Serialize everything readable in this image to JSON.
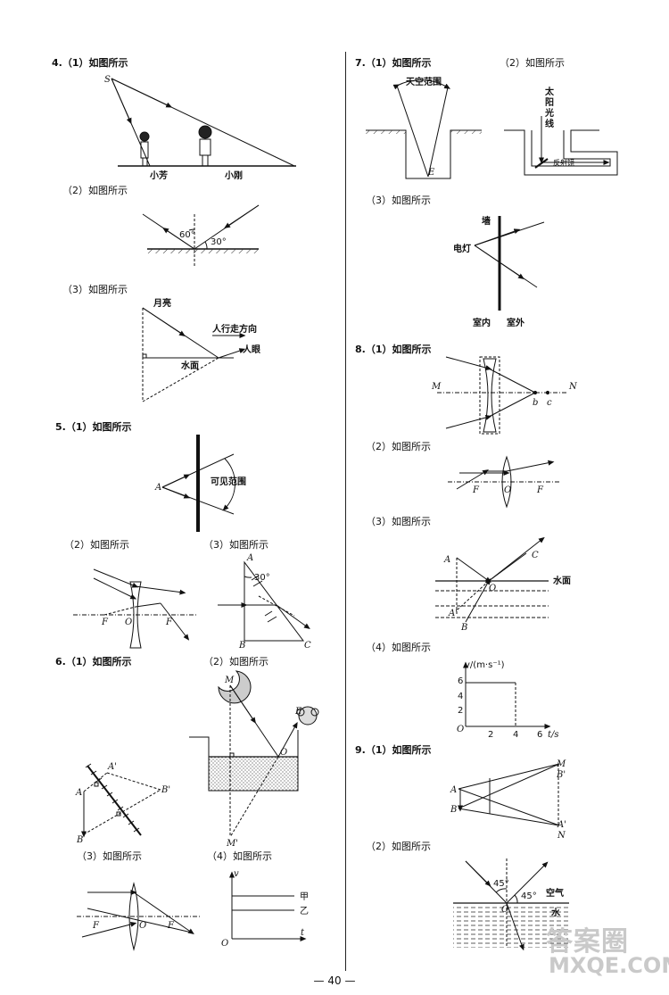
{
  "labels": {
    "q4_1": "4.（1）如图所示",
    "q4_2": "（2）如图所示",
    "q4_3": "（3）如图所示",
    "q5_1": "5.（1）如图所示",
    "q5_2": "（2）如图所示",
    "q5_3": "（3）如图所示",
    "q6_1": "6.（1）如图所示",
    "q6_2": "（2）如图所示",
    "q6_3": "（3）如图所示",
    "q6_4": "（4）如图所示",
    "q7_1": "7.（1）如图所示",
    "q7_2": "（2）如图所示",
    "q7_3": "（3）如图所示",
    "q8_1": "8.（1）如图所示",
    "q8_2": "（2）如图所示",
    "q8_3": "（3）如图所示",
    "q8_4": "（4）如图所示",
    "q9_1": "9.（1）如图所示",
    "q9_2": "（2）如图所示"
  },
  "figures": {
    "f41": {
      "S": "S",
      "xiaofang": "小芳",
      "xiaogang": "小刚"
    },
    "f42": {
      "a60": "60°",
      "a30": "30°"
    },
    "f43": {
      "moon": "月亮",
      "walk": "人行走方向",
      "eye": "人眼",
      "water": "水面"
    },
    "f51": {
      "A": "A",
      "range": "可见范围"
    },
    "f52": {
      "F": "F",
      "O": "O"
    },
    "f53": {
      "A": "A",
      "B": "B",
      "C": "C",
      "a30": "30°"
    },
    "f61": {
      "A": "A",
      "A2": "A'",
      "B": "B",
      "B2": "B'"
    },
    "f62": {
      "M": "M",
      "M2": "M'",
      "E": "E",
      "O": "O"
    },
    "f63": {
      "F": "F",
      "O": "O"
    },
    "f64": {
      "v": "v",
      "t": "t",
      "O": "O",
      "jia": "甲",
      "yi": "乙"
    },
    "f71": {
      "sky": "天空范围",
      "E": "E"
    },
    "f72": {
      "sun": "太阳光线",
      "mirror": "反射镜"
    },
    "f73": {
      "wall": "墙",
      "lamp": "电灯",
      "inside": "室内",
      "outside": "室外"
    },
    "f81": {
      "M": "M",
      "N": "N",
      "b": "b",
      "c": "c"
    },
    "f82": {
      "F": "F",
      "O": "O"
    },
    "f83": {
      "A": "A",
      "A2": "A'",
      "B": "B",
      "C": "C",
      "O": "O",
      "water": "水面"
    },
    "f84": {
      "ylabel": "v/(m·s⁻¹)",
      "xlabel": "t/s",
      "O": "O",
      "y2": "2",
      "y4": "4",
      "y6": "6",
      "x2": "2",
      "x4": "4",
      "x6": "6"
    },
    "f91": {
      "A": "A",
      "B": "B",
      "M": "M",
      "B2": "B'",
      "A2": "A'",
      "N": "N"
    },
    "f92": {
      "a45a": "45°",
      "a45b": "45°",
      "air": "空气",
      "water": "水",
      "O": "O"
    }
  },
  "page_number": "— 40 —",
  "watermark": {
    "line1": "答案圈",
    "line2": "MXQE.COM"
  }
}
